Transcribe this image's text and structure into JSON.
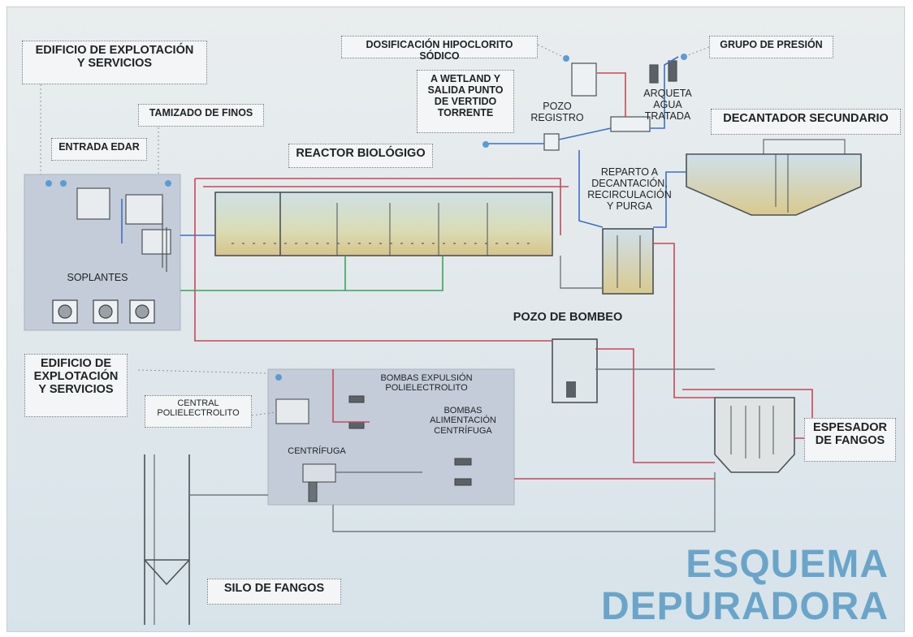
{
  "title": {
    "line1": "ESQUEMA",
    "line2": "DEPURADORA"
  },
  "labels": {
    "edificio_top": "EDIFICIO DE EXPLOTACIÓN\nY SERVICIOS",
    "tamizado": "TAMIZADO DE FINOS",
    "entrada": "ENTRADA EDAR",
    "reactor": "REACTOR BIOLÓGIGO",
    "soplantes": "SOPLANTES",
    "dosificacion": "DOSIFICACIÓN HIPOCLORITO SÓDICO",
    "grupo": "GRUPO DE PRESIÓN",
    "wetland": "A WETLAND Y\nSALIDA PUNTO\nDE VERTIDO\nTORRENTE",
    "pozo_registro": "POZO\nREGISTRO",
    "arqueta": "ARQUETA\nAGUA\nTRATADA",
    "decantador": "DECANTADOR SECUNDARIO",
    "reparto": "REPARTO A\nDECANTACIÓN,\nRECIRCULACIÓN\nY PURGA",
    "pozo_bombeo": "POZO DE BOMBEO",
    "edificio_bottom": "EDIFICIO DE\nEXPLOTACIÓN\nY SERVICIOS",
    "bombas_expulsion": "BOMBAS EXPULSIÓN\nPOLIELECTROLITO",
    "central": "CENTRAL\nPOLIELECTROLITO",
    "bombas_alimentacion": "BOMBAS\nALIMENTACIÓN\nCENTRÍFUGA",
    "centrifuga": "CENTRÍFUGA",
    "espesador": "ESPESADOR\nDE FANGOS",
    "silo": "SILO DE FANGOS"
  },
  "colors": {
    "water_pipe": "#3f6fc4",
    "sludge_pipe": "#c8475a",
    "air_pipe": "#3aa35a",
    "title": "#6aa5c9",
    "panel": "#c3ccd8"
  },
  "icons": [
    "node-dot-icon",
    "blower-icon",
    "pump-icon",
    "tank-icon",
    "valve-icon"
  ]
}
